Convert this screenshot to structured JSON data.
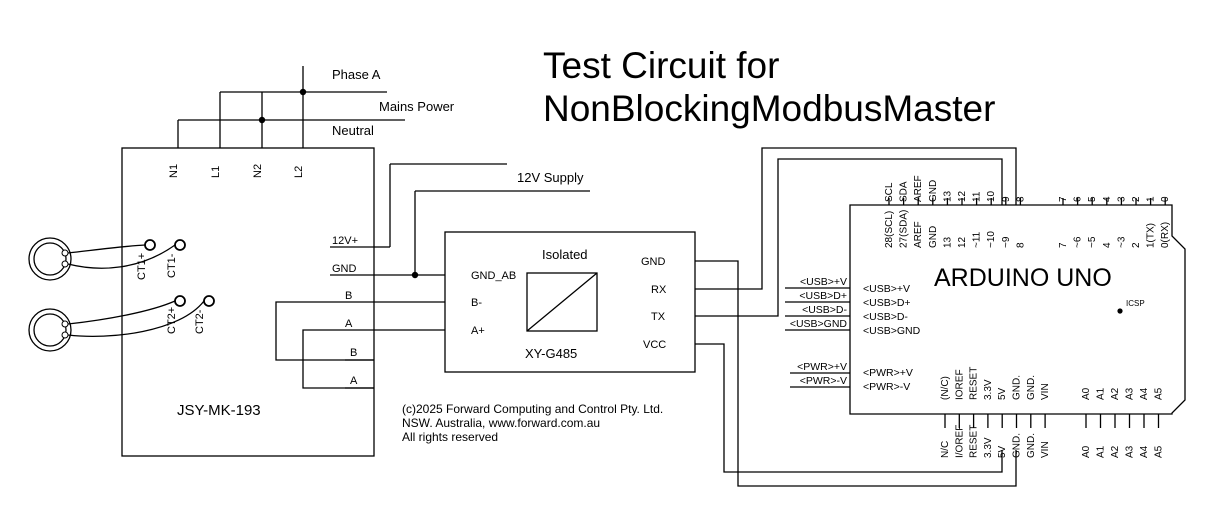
{
  "title": {
    "line1": "Test Circuit for",
    "line2": "NonBlockingModbusMaster"
  },
  "mains": {
    "phase": "Phase A",
    "label": "Mains Power",
    "neutral": "Neutral"
  },
  "supply": {
    "label": "12V Supply"
  },
  "meter": {
    "name": "JSY-MK-193",
    "top_pins": [
      "N1",
      "L1",
      "N2",
      "L2"
    ],
    "right_pins": [
      "12V+",
      "GND",
      "B",
      "A",
      "B",
      "A"
    ],
    "ct_pins": [
      "CT1+",
      "CT1-",
      "CT2+",
      "CT2-"
    ]
  },
  "converter": {
    "name": "XY-G485",
    "header": "Isolated",
    "left_pins": [
      "GND_AB",
      "B-",
      "A+"
    ],
    "right_pins": [
      "GND",
      "RX",
      "TX",
      "VCC"
    ]
  },
  "arduino": {
    "name": "ARDUINO UNO",
    "icsp": "ICSP",
    "top_out": [
      "SCL",
      "SDA",
      "AREF",
      "GND",
      "13",
      "12",
      "11",
      "10",
      "9",
      "8",
      "7",
      "6",
      "5",
      "4",
      "3",
      "2",
      "1",
      "0"
    ],
    "top_in": [
      "28(SCL)",
      "27(SDA)",
      "AREF",
      "GND",
      "13",
      "12",
      "~11",
      "~10",
      "~9",
      "8",
      "7",
      "~6",
      "~5",
      "4",
      "~3",
      "2",
      "1(TX)",
      "0(RX)"
    ],
    "usb_out": [
      "<USB>+V",
      "<USB>D+",
      "<USB>D-",
      "<USB>GND"
    ],
    "usb_in": [
      "<USB>+V",
      "<USB>D+",
      "<USB>D-",
      "<USB>GND"
    ],
    "pwr_out": [
      "<PWR>+V",
      "<PWR>-V"
    ],
    "pwr_in": [
      "<PWR>+V",
      "<PWR>-V"
    ],
    "bottom_in": [
      "(N/C)",
      "IOREF",
      "RESET",
      "3.3V",
      "5V",
      "GND.",
      "GND.",
      "VIN"
    ],
    "bottom_out": [
      "N/C",
      "I/OREF",
      "RESET",
      "3.3V",
      "5V",
      "GND.",
      "GND.",
      "VIN"
    ],
    "analog_in": [
      "A0",
      "A1",
      "A2",
      "A3",
      "A4",
      "A5"
    ],
    "analog_out": [
      "A0",
      "A1",
      "A2",
      "A3",
      "A4",
      "A5"
    ]
  },
  "copyright": [
    "(c)2025 Forward Computing and Control Pty. Ltd.",
    "NSW. Australia, www.forward.com.au",
    "All rights reserved"
  ]
}
